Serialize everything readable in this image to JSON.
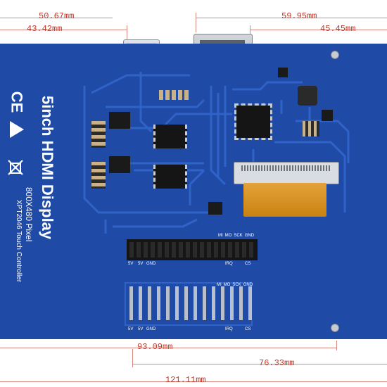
{
  "dimensions": {
    "top_left_outer": "50.67mm",
    "top_left_inner": "43.42mm",
    "top_right_outer": "59.95mm",
    "top_right_inner": "45.45mm",
    "bottom_inner_left": "93.09mm",
    "bottom_inner_right": "76.33mm",
    "bottom_total": "121.11mm"
  },
  "silkscreen": {
    "title": "5inch HDMI Display",
    "resolution": "800X480 Pixel",
    "controller": "XPT2046 Touch Controller",
    "cert_marks": [
      "CE",
      "weee-bin",
      "esd-triangle"
    ]
  },
  "header_labels": {
    "top_row": [
      "MI",
      "MO",
      "SCK",
      "GND"
    ],
    "bottom_row": [
      "5V",
      "5V",
      "GND",
      "IRQ",
      "CS"
    ]
  },
  "colors": {
    "pcb": "#1f4aa6",
    "trace": "#2f63c8",
    "dimension": "#c0392b",
    "ffc": "#d9911f"
  }
}
